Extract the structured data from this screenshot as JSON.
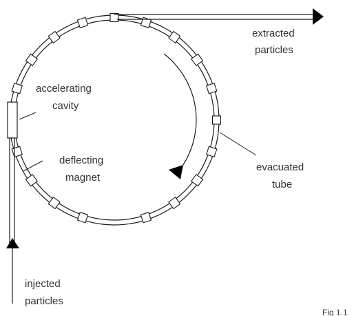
{
  "labels": {
    "extracted_line1": "extracted",
    "extracted_line2": "particles",
    "accelerating_line1": "accelerating",
    "accelerating_line2": "cavity",
    "deflecting_line1": "deflecting",
    "deflecting_line2": "magnet",
    "evacuated_line1": "evacuated",
    "evacuated_line2": "tube",
    "injected_line1": "injected",
    "injected_line2": "particles",
    "figure_tag": "Fig 1.1"
  },
  "colors": {
    "stroke": "#1a1a1a",
    "text": "#333333",
    "background": "#ffffff"
  }
}
